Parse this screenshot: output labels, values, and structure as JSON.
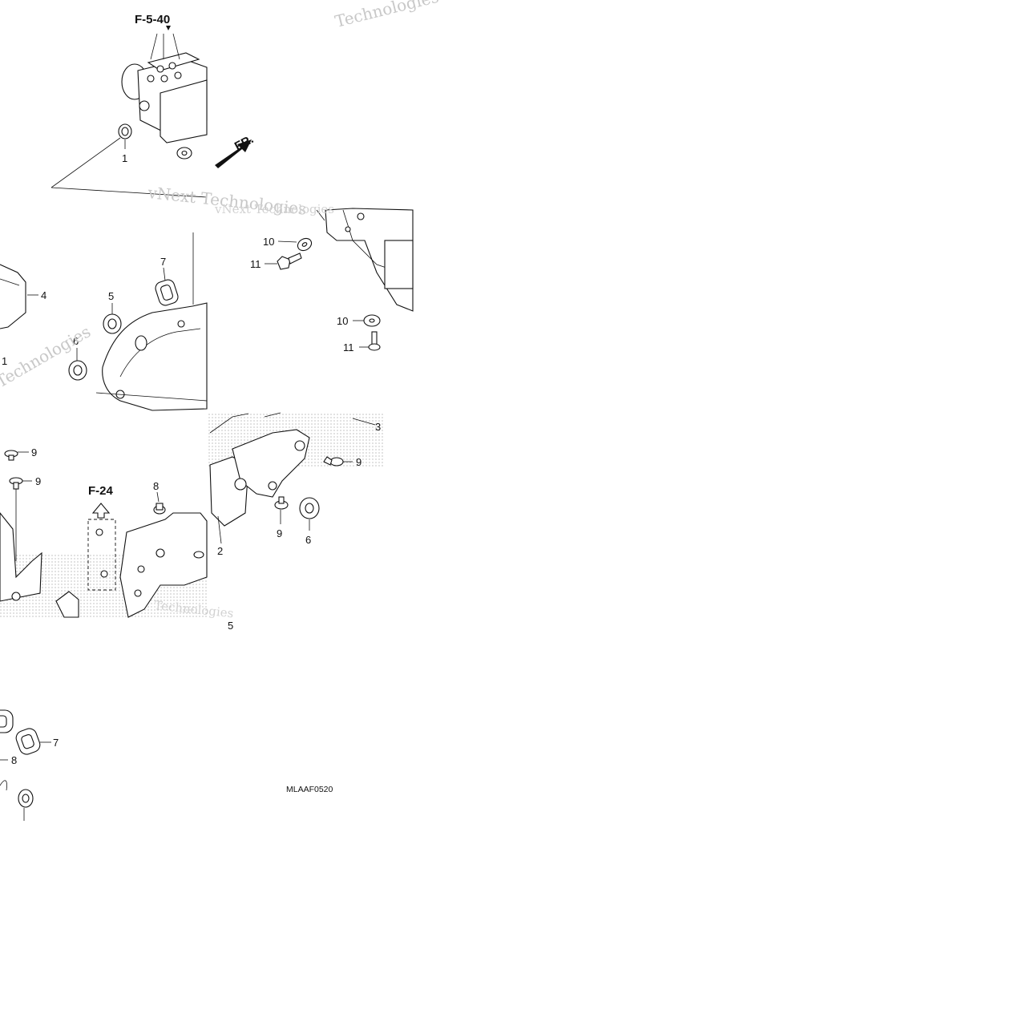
{
  "diagram": {
    "reference_top": "F-5-40",
    "reference_mid": "F-24",
    "direction_label": "FR.",
    "drawing_code": "MLAAF0520",
    "watermark_lines": [
      "vNext Technologies",
      "Technologies",
      "Technologies",
      "vNext Technologies",
      "Technologies"
    ],
    "callouts": {
      "c1a": "1",
      "c1b": "1",
      "c2": "2",
      "c3": "3",
      "c4": "4",
      "c5a": "5",
      "c5b": "5",
      "c6a": "6",
      "c6b": "6",
      "c7a": "7",
      "c7b": "7",
      "c8a": "8",
      "c8b": "8",
      "c9a": "9",
      "c9b": "9",
      "c9c": "9",
      "c9d": "9",
      "c10a": "10",
      "c10b": "10",
      "c11a": "11",
      "c11b": "11"
    }
  },
  "colors": {
    "ink": "#111111",
    "watermark": "#c8c8c8",
    "background": "#ffffff"
  }
}
